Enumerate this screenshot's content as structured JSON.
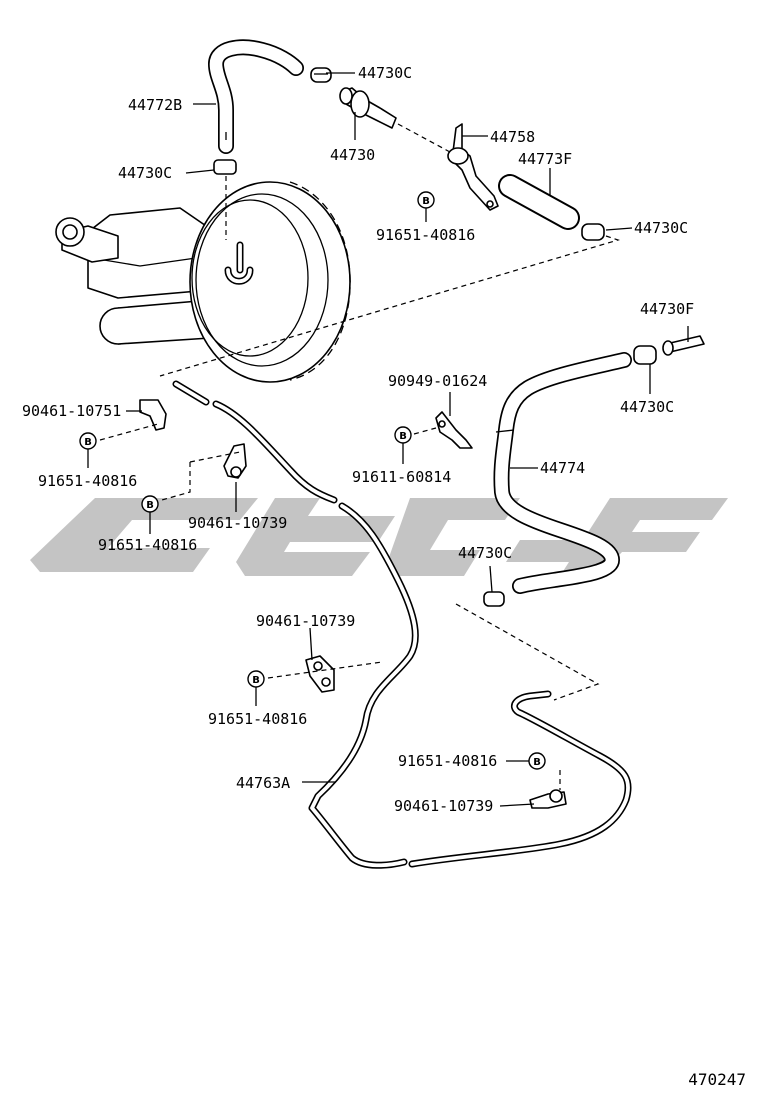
{
  "figure_number": "470247",
  "bolt_symbol": "B",
  "watermark_color": "#c4c4c4",
  "labels": {
    "l44730c_a": "44730C",
    "l44772b": "44772B",
    "l44730": "44730",
    "l44758": "44758",
    "l44773f": "44773F",
    "l44730c_b": "44730C",
    "l91651_a": "91651-40816",
    "l44730c_c": "44730C",
    "l44730f": "44730F",
    "l44730c_d": "44730C",
    "l90949": "90949-01624",
    "l90461_10751": "90461-10751",
    "l91651_b": "91651-40816",
    "l91611": "91611-60814",
    "l44774": "44774",
    "l90461_10739_a": "90461-10739",
    "l91651_c": "91651-40816",
    "l44730c_e": "44730C",
    "l90461_10739_b": "90461-10739",
    "l91651_d": "91651-40816",
    "l44763a": "44763A",
    "l91651_e": "91651-40816",
    "l90461_10739_c": "90461-10739"
  }
}
